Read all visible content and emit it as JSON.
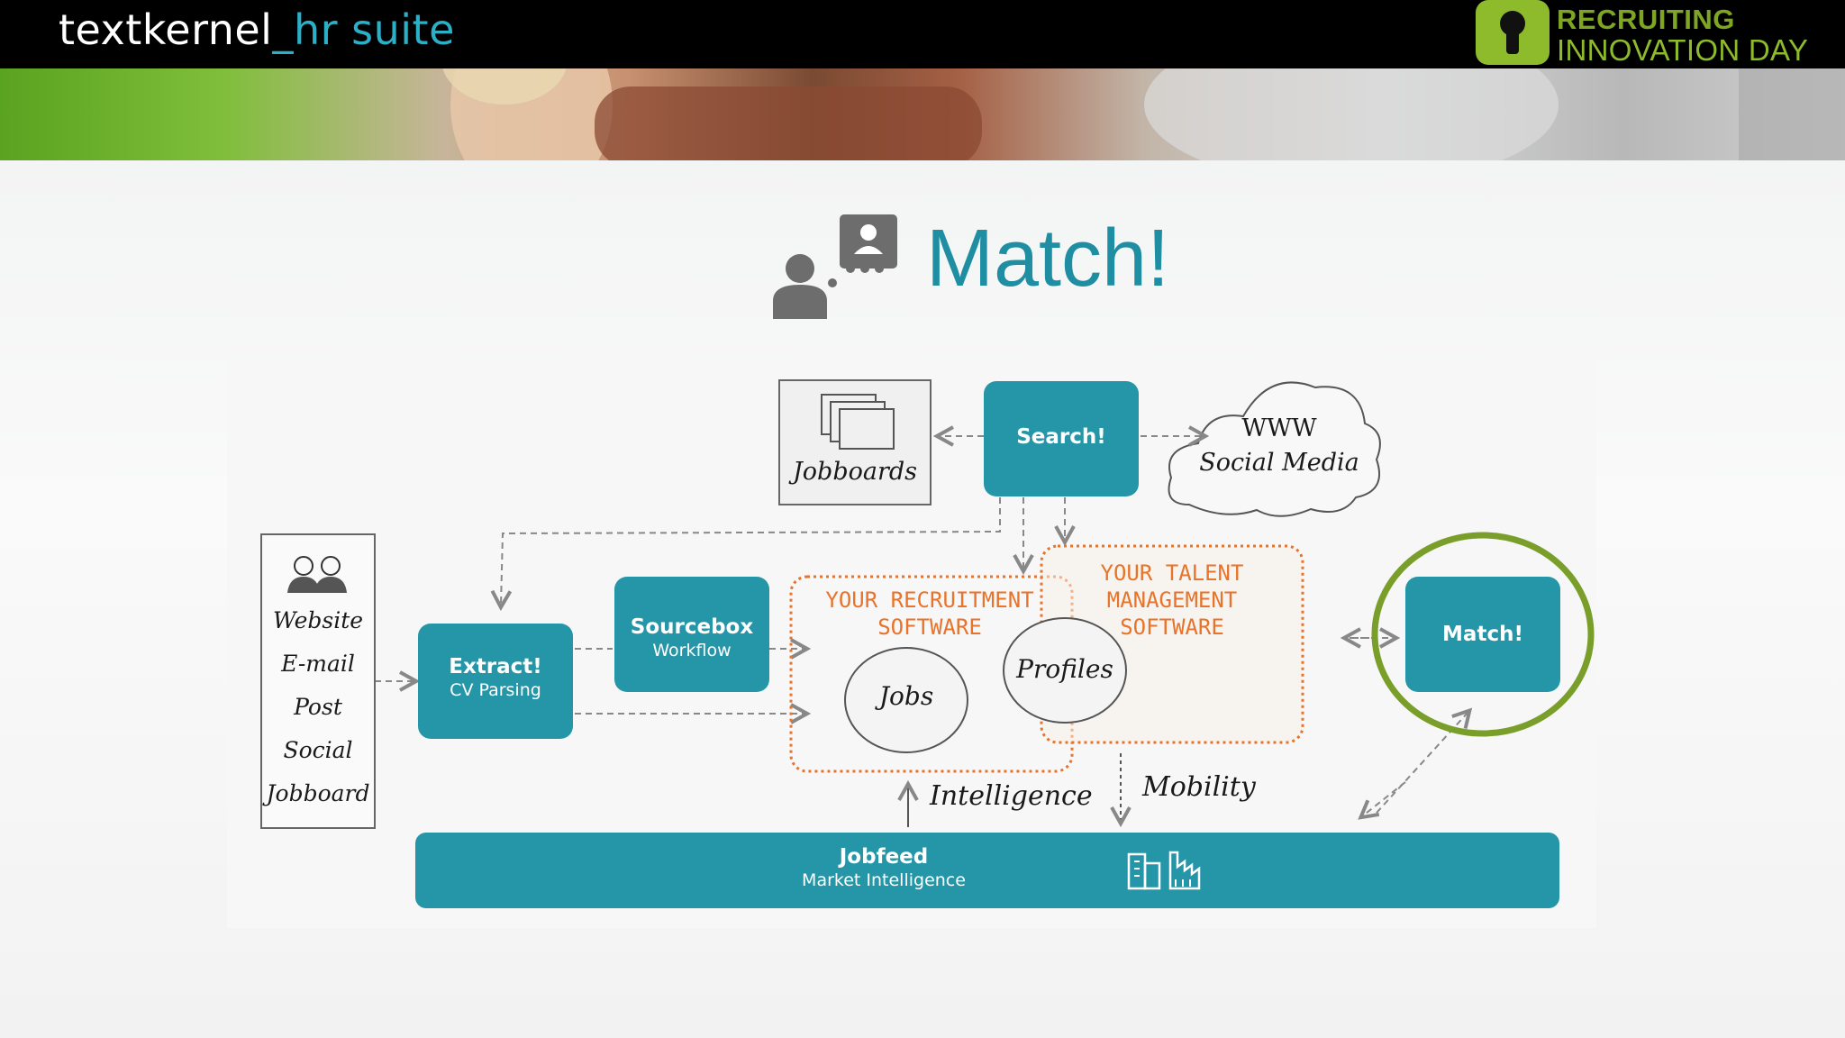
{
  "header": {
    "logo": {
      "part1": "textkernel",
      "part2": "_hr suite"
    },
    "event": {
      "line1": "RECRUITING",
      "line2": "INNOVATION DAY"
    }
  },
  "slide": {
    "title": "Match!"
  },
  "diagram": {
    "sources": [
      "Website",
      "E-mail",
      "Post",
      "Social",
      "Jobboard"
    ],
    "jobboards_label": "Jobboards",
    "search": "Search!",
    "cloud": {
      "line1": "WWW",
      "line2": "Social Media"
    },
    "extract": {
      "title": "Extract!",
      "subtitle": "CV Parsing"
    },
    "sourcebox": {
      "title": "Sourcebox",
      "subtitle": "Workflow"
    },
    "recruitment": {
      "line1": "YOUR RECRUITMENT",
      "line2": "SOFTWARE"
    },
    "talent": {
      "line1": "YOUR TALENT",
      "line2": "MANAGEMENT",
      "line3": "SOFTWARE"
    },
    "jobs": "Jobs",
    "profiles": "Profiles",
    "match": "Match!",
    "intelligence": "Intelligence",
    "mobility": "Mobility",
    "jobfeed": {
      "title": "Jobfeed",
      "subtitle": "Market Intelligence"
    }
  },
  "colors": {
    "teal": "#2596a8",
    "title_teal": "#1f8ea3",
    "orange": "#e8732a",
    "highlight_green": "#7a9e2a",
    "brand_green": "#8dbb2b"
  }
}
